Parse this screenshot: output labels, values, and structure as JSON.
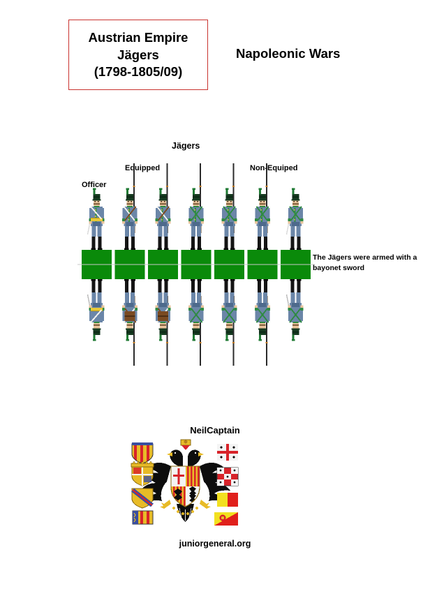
{
  "document": {
    "title_box": {
      "lines": [
        "Austrian Empire",
        "Jägers",
        "(1798-1805/09)"
      ],
      "border_color": "#c9332f"
    },
    "era_title": "Napoleonic Wars"
  },
  "plate": {
    "section_label": "Jägers",
    "group_labels": {
      "officer": "Officer",
      "equipped": "Equipped",
      "non_equipped": "Non-Equiped"
    },
    "note": "The Jägers were armed with a bayonet sword",
    "figure_count": 7,
    "figures": [
      {
        "index": 1,
        "role": "officer",
        "weapon": "sword",
        "has_musket": false,
        "has_sash": true,
        "has_pack": false
      },
      {
        "index": 2,
        "role": "equipped",
        "weapon": "musket",
        "has_musket": true,
        "has_sash": false,
        "has_pack": true
      },
      {
        "index": 3,
        "role": "equipped",
        "weapon": "musket",
        "has_musket": true,
        "has_sash": false,
        "has_pack": true
      },
      {
        "index": 4,
        "role": "equipped",
        "weapon": "musket",
        "has_musket": true,
        "has_sash": false,
        "has_pack": false
      },
      {
        "index": 5,
        "role": "equipped",
        "weapon": "musket",
        "has_musket": true,
        "has_sash": false,
        "has_pack": false
      },
      {
        "index": 6,
        "role": "equipped",
        "weapon": "musket",
        "has_musket": true,
        "has_sash": false,
        "has_pack": false
      },
      {
        "index": 7,
        "role": "non-equipped",
        "weapon": "sword",
        "has_musket": false,
        "has_sash": false,
        "has_pack": false
      }
    ],
    "colors": {
      "coat": "#6b86a8",
      "coat_shadow": "#4e6a8c",
      "trousers": "#6b86a8",
      "boots": "#141414",
      "shako": "#163a20",
      "plume": "#1f7a33",
      "facing_green": "#2f8a43",
      "flesh": "#e8c39a",
      "sash": "#e8c838",
      "belt_white": "#f2f2ee",
      "belt_brown": "#7a4a22",
      "base_green": "#0a8a0a",
      "fold_line": "#c8c8c8",
      "musket": "#2b2b2b"
    }
  },
  "credits": {
    "artist": "NeilCaptain",
    "website": "juniorgeneral.org"
  },
  "coat_of_arms": {
    "description": "Double-headed black eagle with quartered escutcheon",
    "eagle_color": "#0d0d0d",
    "left_shields": [
      "Aragon pales",
      "Quartered with crown",
      "Bend shield",
      "Valencia"
    ],
    "right_shields": [
      "Sardinia cross",
      "Sicily checky",
      "Yellow-red bicolour",
      "Diagonal yellow-red"
    ],
    "gold": "#e8bb27",
    "red": "#d8232a",
    "white": "#f4f4f4"
  }
}
